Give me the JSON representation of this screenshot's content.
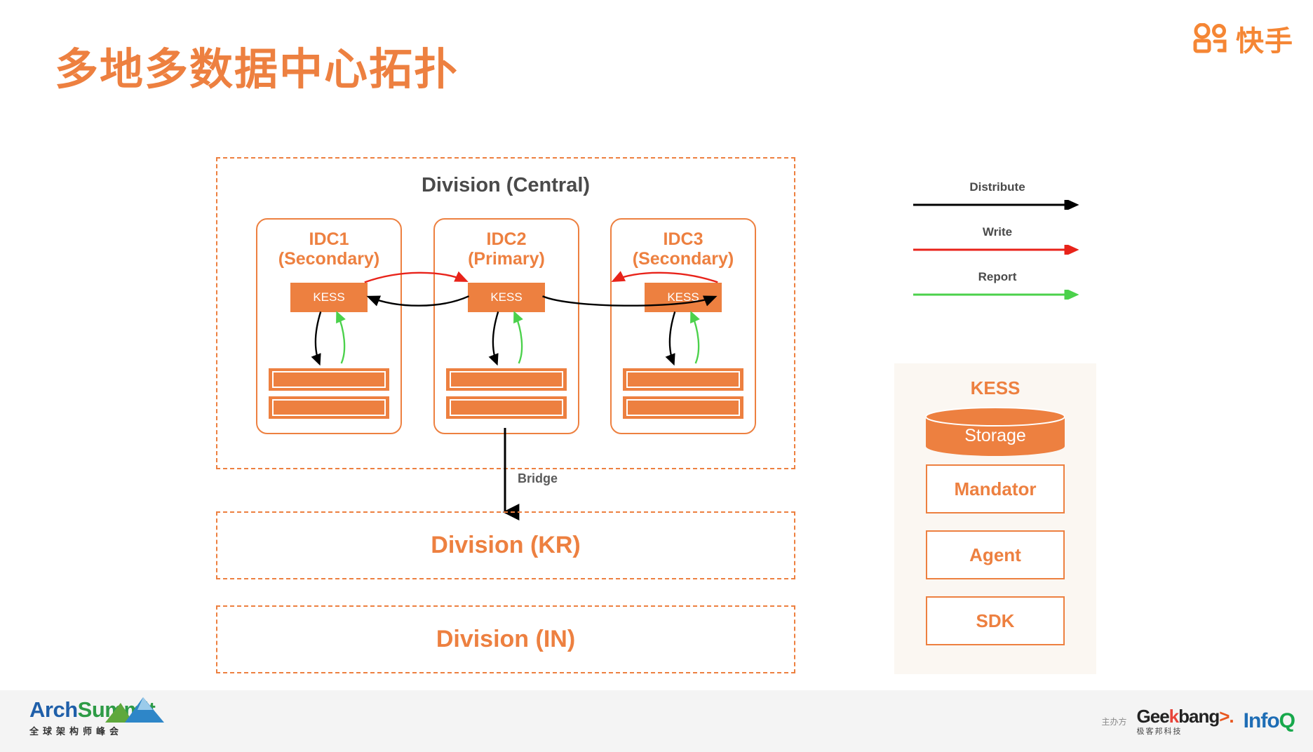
{
  "header": {
    "title": "多地多数据中心拓扑",
    "brand": {
      "name": "快手",
      "icon": "kuaishou-logo",
      "color": "#F58634"
    }
  },
  "colors": {
    "orange": "#ED8040",
    "title_gray": "#4A4A4A",
    "distribute": "#000000",
    "write": "#E8231A",
    "report": "#4BD14B",
    "panel_bg": "#FBF7F2",
    "footer_bg": "#F4F4F4"
  },
  "diagram": {
    "central": {
      "title": "Division (Central)",
      "idcs": [
        {
          "name": "IDC1",
          "role": "(Secondary)",
          "node": "KESS",
          "racks": [
            "rack-a",
            "rack-b"
          ]
        },
        {
          "name": "IDC2",
          "role": "(Primary)",
          "node": "KESS",
          "racks": [
            "rack-a",
            "rack-b"
          ]
        },
        {
          "name": "IDC3",
          "role": "(Secondary)",
          "node": "KESS",
          "racks": [
            "rack-a",
            "rack-b"
          ]
        }
      ]
    },
    "bridge_label": "Bridge",
    "divisions": [
      {
        "title": "Division (KR)"
      },
      {
        "title": "Division (IN)"
      }
    ]
  },
  "legend": {
    "items": [
      {
        "label": "Distribute",
        "color": "#000000"
      },
      {
        "label": "Write",
        "color": "#E8231A"
      },
      {
        "label": "Report",
        "color": "#4BD14B"
      }
    ]
  },
  "kess_panel": {
    "title": "KESS",
    "storage": "Storage",
    "components": [
      "Mandator",
      "Agent",
      "SDK"
    ]
  },
  "footer": {
    "archsummit": {
      "arch": "Arch",
      "summit": "Summit",
      "sub": "全球架构师峰会"
    },
    "host_label": "主办方",
    "geekbang": {
      "part1": "Gee",
      "k": "k",
      "part2": "bang",
      "arrow": ">.",
      "sub": "极客邦科技"
    },
    "infoq": {
      "info": "InfoQ"
    }
  }
}
